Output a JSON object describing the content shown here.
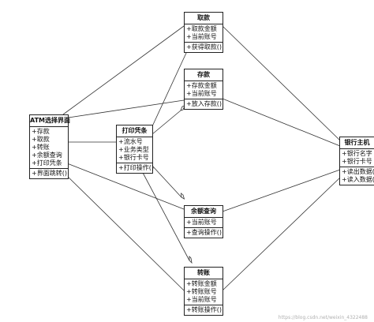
{
  "classes": {
    "atm": {
      "name": "ATM选择界面",
      "attributes": [
        "+存款",
        "+取款",
        "+转账",
        "+余额查询",
        "+打印凭条"
      ],
      "operations": [
        "+界面跳转()"
      ]
    },
    "print": {
      "name": "打印凭条",
      "attributes": [
        "+流水号",
        "+业务类型",
        "+银行卡号"
      ],
      "operations": [
        "+打印操作()"
      ]
    },
    "withdraw": {
      "name": "取款",
      "attributes": [
        "+取款金额",
        "+当前账号"
      ],
      "operations": [
        "+获得取款()"
      ]
    },
    "deposit": {
      "name": "存款",
      "attributes": [
        "+存款金额",
        "+当前账号"
      ],
      "operations": [
        "+放入存款()"
      ]
    },
    "balance": {
      "name": "余额查询",
      "attributes": [
        "+当前账号"
      ],
      "operations": [
        "+查询操作()"
      ]
    },
    "transfer": {
      "name": "转账",
      "attributes": [
        "+转账金额",
        "+转账账号",
        "+当前账号"
      ],
      "operations": [
        "+转账操作()"
      ]
    },
    "bank": {
      "name": "银行主机",
      "attributes": [
        "+银行名字",
        "+银行卡号"
      ],
      "operations": [
        "+读出数据()",
        "+读入数据()"
      ]
    }
  },
  "watermark": "https://blog.csdn.net/weixin_4322488"
}
